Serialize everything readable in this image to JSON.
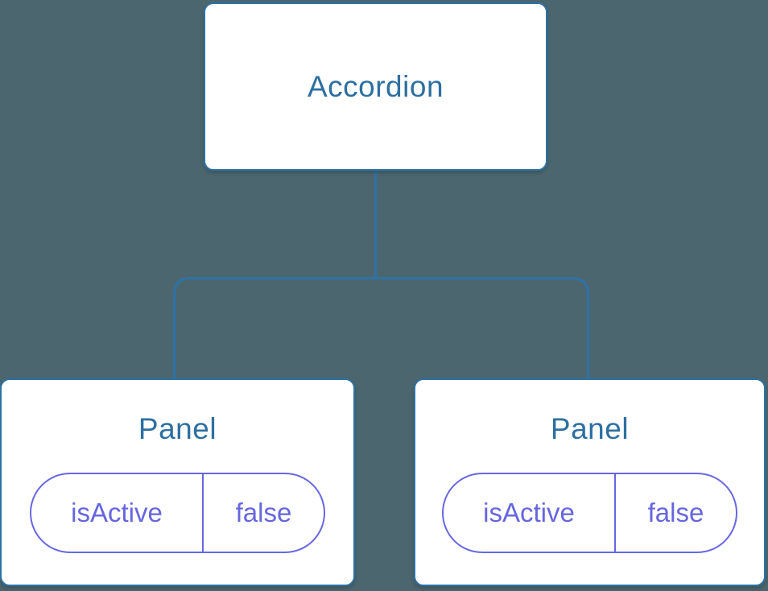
{
  "diagram": {
    "title": "component-state-tree",
    "colors": {
      "background": "#4C6670",
      "node_fill": "#FFFFFF",
      "node_border": "#2D73A6",
      "node_text": "#2D6FA0",
      "connector_line": "#2E72A5",
      "pill_border": "#6767E0",
      "pill_text": "#6666DF"
    },
    "root": {
      "label": "Accordion"
    },
    "children": [
      {
        "label": "Panel",
        "state": {
          "key": "isActive",
          "value": "false"
        }
      },
      {
        "label": "Panel",
        "state": {
          "key": "isActive",
          "value": "false"
        }
      }
    ]
  }
}
